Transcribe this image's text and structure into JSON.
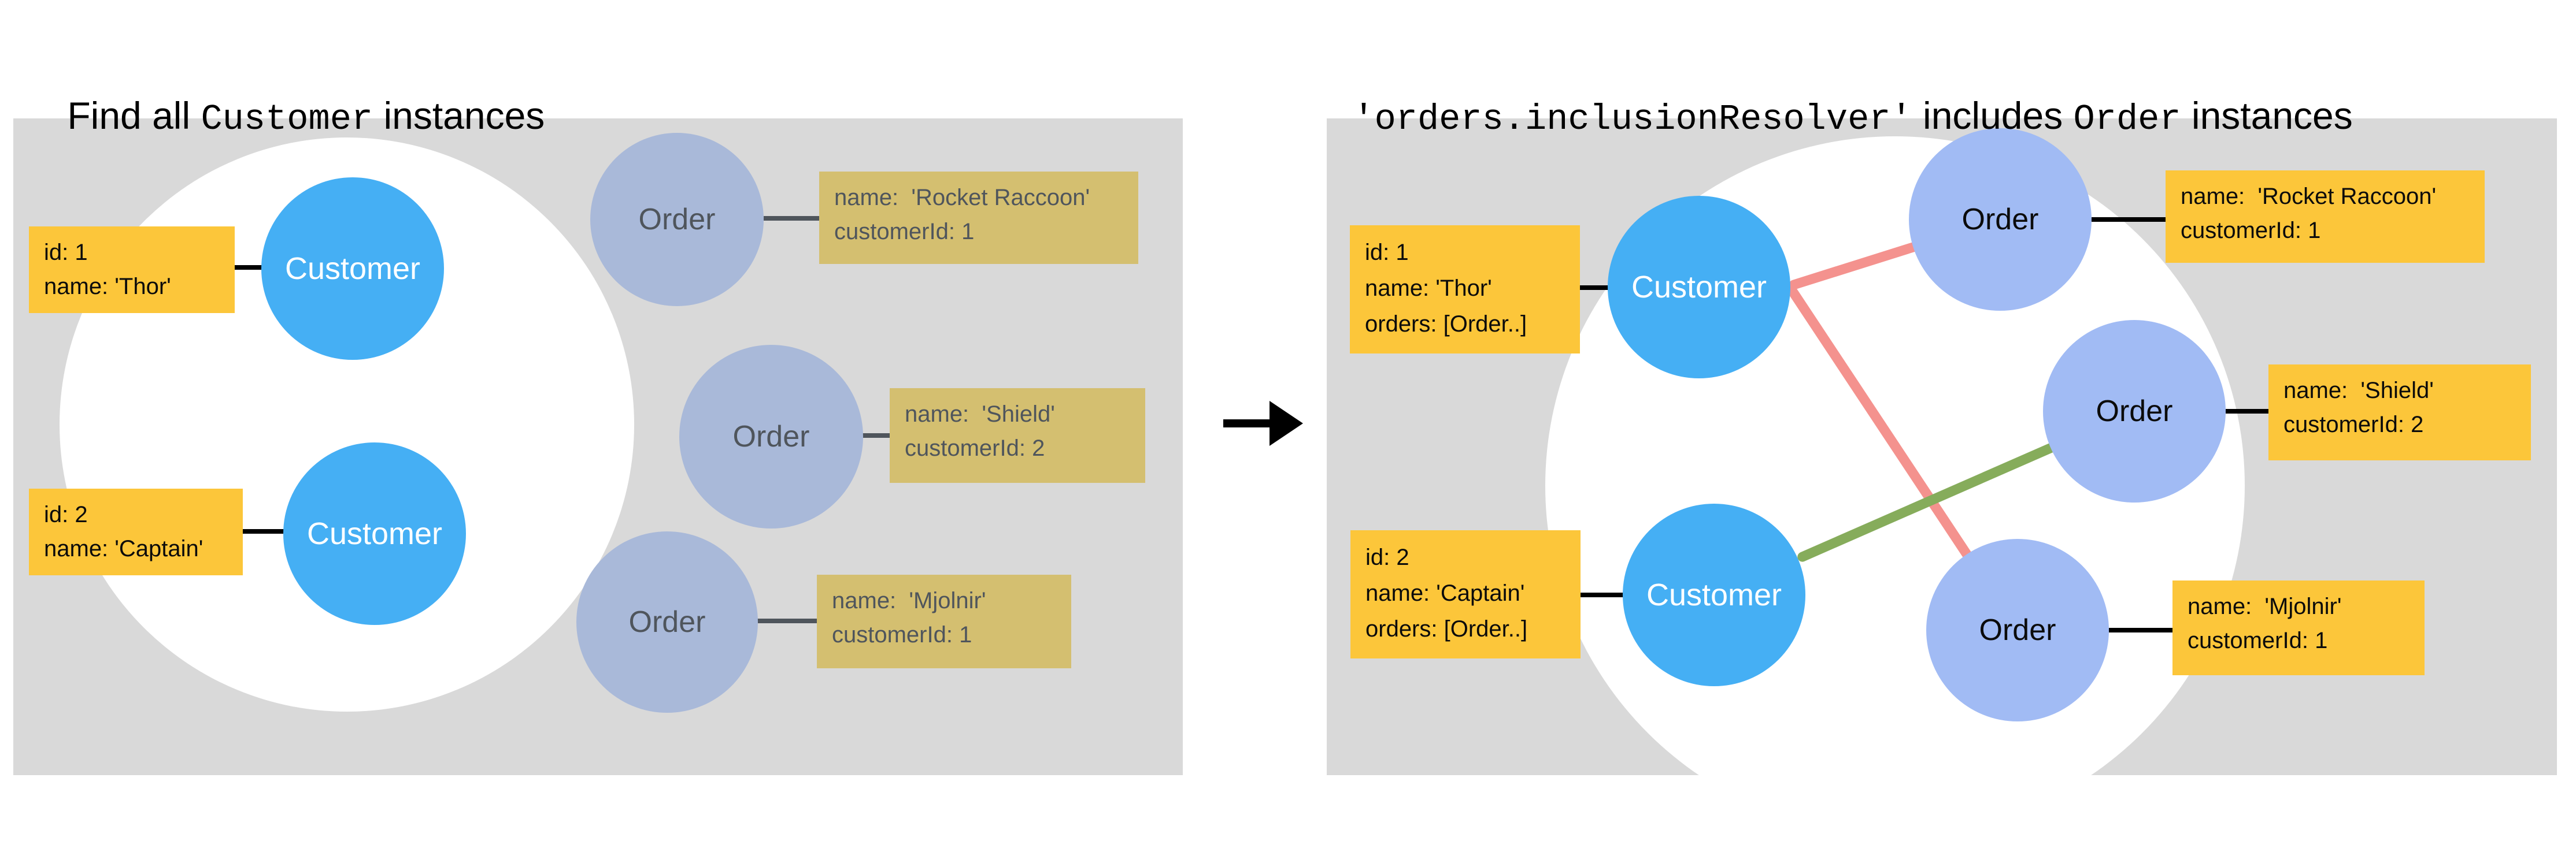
{
  "colors": {
    "canvas-bg": "#ffffff",
    "panel-bg": "#d9d9d9",
    "stage-bg": "#ffffff",
    "customer-fill": "#45aff4",
    "customer-text": "#ffffff",
    "order-fill-active": "#a1bbf4",
    "order-fill-muted": "#a9b9d9",
    "label-yellow": "#fcc63a",
    "label-tan": "#d4bf70",
    "ink": "#000000",
    "ink-muted": "#4f555c",
    "edge-pink": "#f4928e",
    "edge-green": "#86ac5b"
  },
  "icons": {
    "transform_arrow": "right-arrow"
  },
  "left_panel": {
    "title": {
      "prefix": "Find all ",
      "code": "Customer",
      "suffix": " instances"
    },
    "customers": [
      {
        "node": "Customer",
        "lines": [
          "id: 1",
          "name: 'Thor'"
        ]
      },
      {
        "node": "Customer",
        "lines": [
          "id: 2",
          "name: 'Captain'"
        ]
      }
    ],
    "orders": [
      {
        "node": "Order",
        "lines": [
          "name:  'Rocket Raccoon'",
          "customerId: 1"
        ]
      },
      {
        "node": "Order",
        "lines": [
          "name:  'Shield'",
          "customerId: 2"
        ]
      },
      {
        "node": "Order",
        "lines": [
          "name:  'Mjolnir'",
          "customerId: 1"
        ]
      }
    ]
  },
  "right_panel": {
    "title": {
      "code1": "'orders.inclusionResolver'",
      "mid": " includes ",
      "code2": "Order",
      "suffix": " instances"
    },
    "customers": [
      {
        "node": "Customer",
        "lines": [
          "id: 1",
          "name: 'Thor'",
          "orders: [Order..]"
        ]
      },
      {
        "node": "Customer",
        "lines": [
          "id: 2",
          "name: 'Captain'",
          "orders: [Order..]"
        ]
      }
    ],
    "orders": [
      {
        "node": "Order",
        "lines": [
          "name:  'Rocket Raccoon'",
          "customerId: 1"
        ]
      },
      {
        "node": "Order",
        "lines": [
          "name:  'Shield'",
          "customerId: 2"
        ]
      },
      {
        "node": "Order",
        "lines": [
          "name:  'Mjolnir'",
          "customerId: 1"
        ]
      }
    ],
    "links": [
      {
        "from": "customer-1-thor",
        "to": "order-rocket-raccoon",
        "color": "pink"
      },
      {
        "from": "customer-1-thor",
        "to": "order-mjolnir",
        "color": "pink"
      },
      {
        "from": "customer-2-captain",
        "to": "order-shield",
        "color": "green"
      }
    ]
  }
}
